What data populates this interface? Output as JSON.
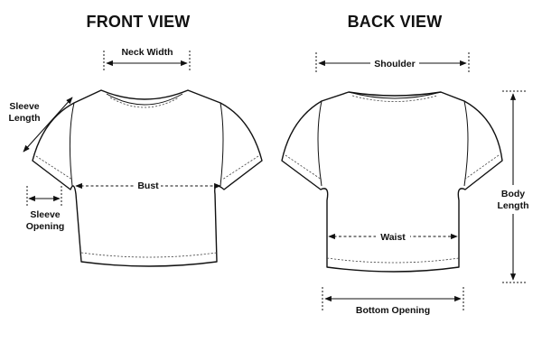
{
  "titles": {
    "front": "FRONT VIEW",
    "back": "BACK VIEW"
  },
  "labels": {
    "neck_width": "Neck Width",
    "sleeve_length_1": "Sleeve",
    "sleeve_length_2": "Length",
    "bust": "Bust",
    "sleeve_opening_1": "Sleeve",
    "sleeve_opening_2": "Opening",
    "shoulder": "Shoulder",
    "waist": "Waist",
    "body_length_1": "Body",
    "body_length_2": "Length",
    "bottom_opening": "Bottom Opening"
  },
  "colors": {
    "line": "#111111",
    "background": "#ffffff"
  }
}
